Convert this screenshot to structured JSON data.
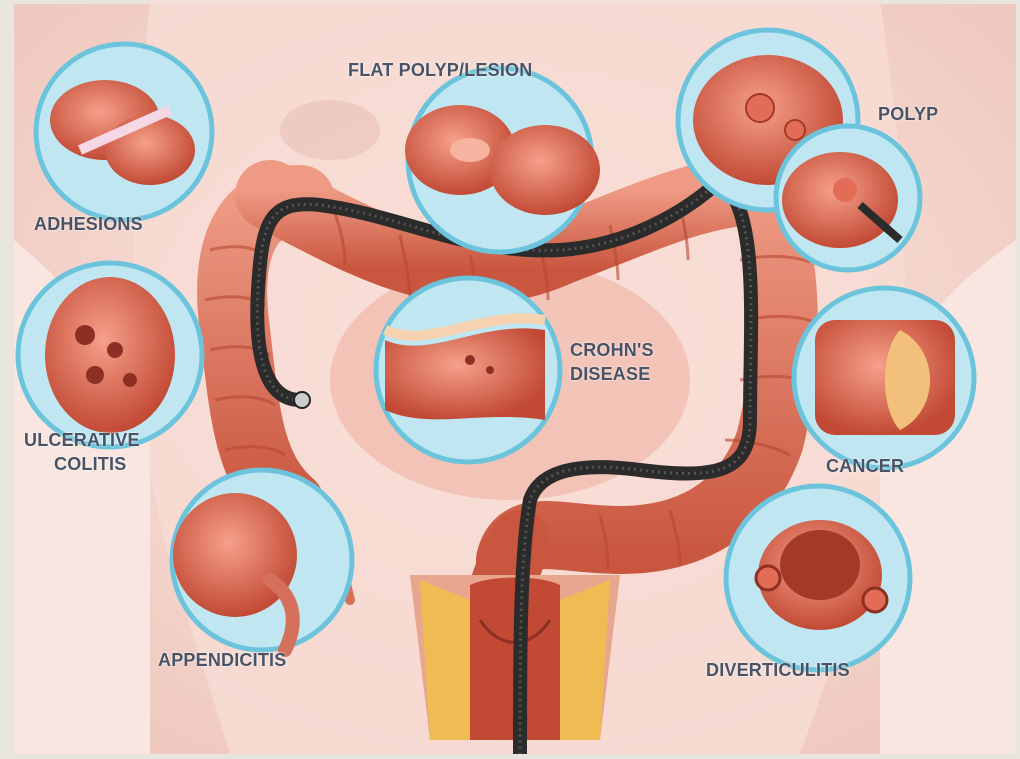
{
  "labels": {
    "flat_polyp": "FLAT POLYP/LESION",
    "polyp": "POLYP",
    "adhesions": "ADHESIONS",
    "ulcerative_line1": "ULCERATIVE",
    "ulcerative_line2": "COLITIS",
    "crohns_line1": "CROHN'S",
    "crohns_line2": "DISEASE",
    "cancer": "CANCER",
    "appendicitis": "APPENDICITIS",
    "diverticulitis": "DIVERTICULITIS"
  },
  "colors": {
    "background": "#f3d8d0",
    "colon": "#d9725e",
    "colon_highlight": "#f2a08a",
    "inset_ring": "#6cc4dc",
    "scope": "#2b2b2b",
    "label_text": "#4a5366"
  }
}
